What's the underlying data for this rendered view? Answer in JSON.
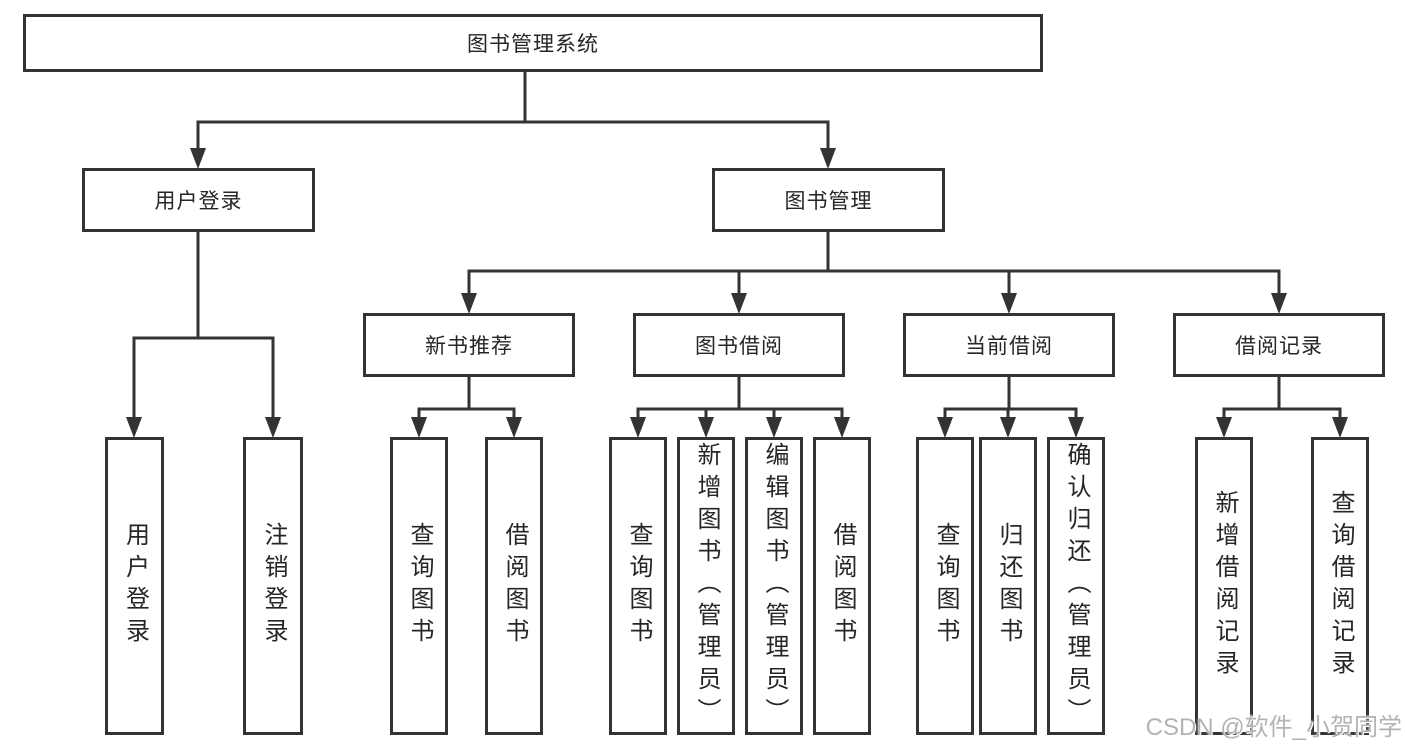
{
  "diagram": {
    "root": {
      "label": "图书管理系统"
    },
    "level2": [
      {
        "label": "用户登录"
      },
      {
        "label": "图书管理"
      }
    ],
    "level3": [
      {
        "label": "新书推荐"
      },
      {
        "label": "图书借阅"
      },
      {
        "label": "当前借阅"
      },
      {
        "label": "借阅记录"
      }
    ],
    "leaves": {
      "login": [
        "用户登录",
        "注销登录"
      ],
      "recommend": [
        "查询图书",
        "借阅图书"
      ],
      "borrow": [
        "查询图书",
        "新增图书（管理员）",
        "编辑图书（管理员）",
        "借阅图书"
      ],
      "current": [
        "查询图书",
        "归还图书",
        "确认归还（管理员）"
      ],
      "records": [
        "新增借阅记录",
        "查询借阅记录"
      ]
    },
    "line_color": "#333333"
  },
  "watermark": "CSDN @软件_小贺同学"
}
